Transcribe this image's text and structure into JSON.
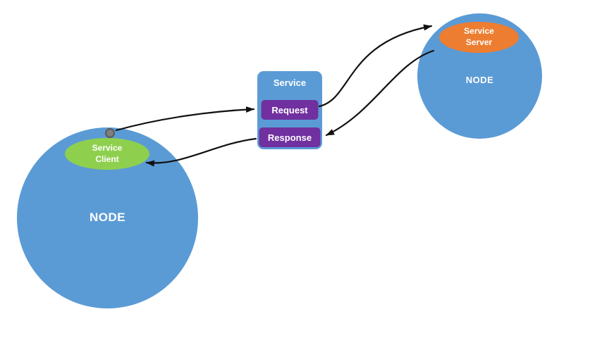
{
  "nodes": {
    "left": {
      "label": "NODE"
    },
    "right": {
      "label": "NODE"
    }
  },
  "service_client": {
    "line1": "Service",
    "line2": "Client"
  },
  "service_server": {
    "line1": "Service",
    "line2": "Server"
  },
  "service_box": {
    "title": "Service",
    "request": "Request",
    "response": "Response"
  },
  "colors": {
    "node_fill": "#5b9bd5",
    "client_fill": "#8ed04e",
    "server_fill": "#ed7d31",
    "message_fill": "#7030a0",
    "arrow": "#111111",
    "connection_dot": "#7f7f7f",
    "background": "#ffffff"
  },
  "arrows": [
    {
      "name": "client-to-request",
      "from": "service-client-node",
      "to": "request-box"
    },
    {
      "name": "request-to-server",
      "from": "request-box",
      "to": "service-server"
    },
    {
      "name": "server-to-response",
      "from": "service-server-node",
      "to": "response-box"
    },
    {
      "name": "response-to-client",
      "from": "response-box",
      "to": "service-client"
    }
  ]
}
